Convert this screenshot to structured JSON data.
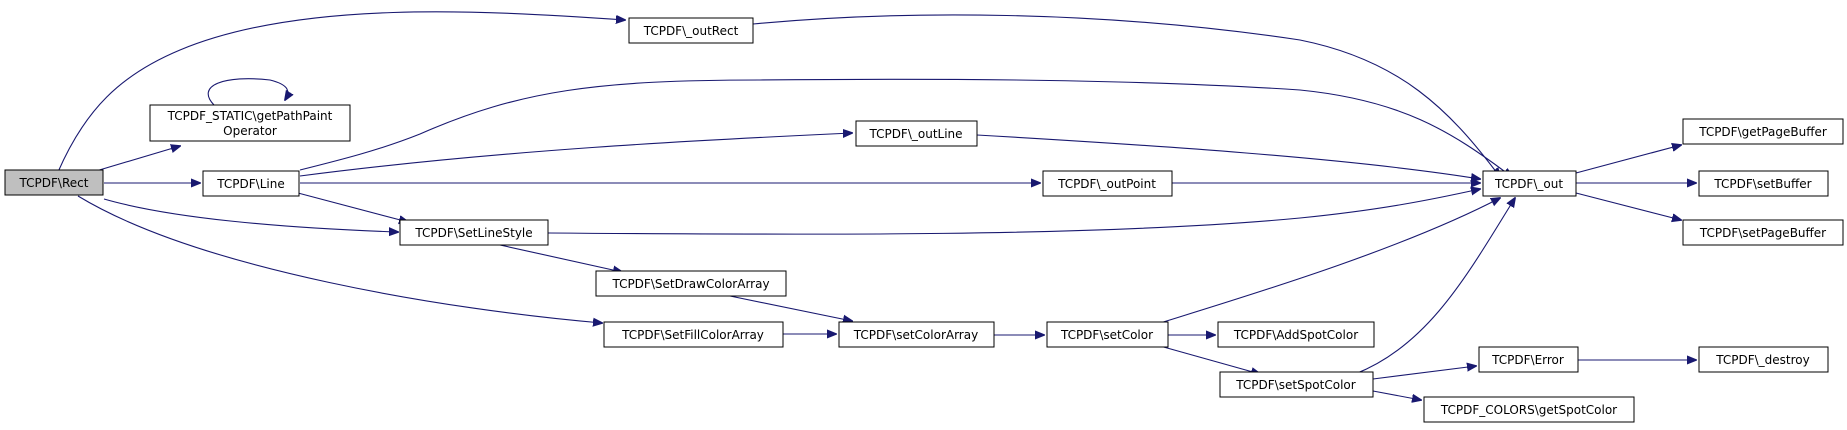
{
  "colors": {
    "edge": "#191970",
    "node_border": "#000000",
    "highlight_fill": "#bfbfbf",
    "background": "#ffffff"
  },
  "nodes": {
    "rect": {
      "lines": [
        "TCPDF\\Rect"
      ]
    },
    "outRect": {
      "lines": [
        "TCPDF\\_outRect"
      ]
    },
    "getPathPaint": {
      "lines": [
        "TCPDF_STATIC\\getPathPaint",
        "Operator"
      ]
    },
    "line": {
      "lines": [
        "TCPDF\\Line"
      ]
    },
    "outLine": {
      "lines": [
        "TCPDF\\_outLine"
      ]
    },
    "outPoint": {
      "lines": [
        "TCPDF\\_outPoint"
      ]
    },
    "setLineStyle": {
      "lines": [
        "TCPDF\\SetLineStyle"
      ]
    },
    "setDrawColorArray": {
      "lines": [
        "TCPDF\\SetDrawColorArray"
      ]
    },
    "setFillColorArray": {
      "lines": [
        "TCPDF\\SetFillColorArray"
      ]
    },
    "setColorArray": {
      "lines": [
        "TCPDF\\setColorArray"
      ]
    },
    "setColor": {
      "lines": [
        "TCPDF\\setColor"
      ]
    },
    "addSpotColor": {
      "lines": [
        "TCPDF\\AddSpotColor"
      ]
    },
    "setSpotColor": {
      "lines": [
        "TCPDF\\setSpotColor"
      ]
    },
    "out": {
      "lines": [
        "TCPDF\\_out"
      ]
    },
    "getPageBuffer": {
      "lines": [
        "TCPDF\\getPageBuffer"
      ]
    },
    "setBuffer": {
      "lines": [
        "TCPDF\\setBuffer"
      ]
    },
    "setPageBuffer": {
      "lines": [
        "TCPDF\\setPageBuffer"
      ]
    },
    "error": {
      "lines": [
        "TCPDF\\Error"
      ]
    },
    "destroy": {
      "lines": [
        "TCPDF\\_destroy"
      ]
    },
    "getSpotColor": {
      "lines": [
        "TCPDF_COLORS\\getSpotColor"
      ]
    }
  }
}
